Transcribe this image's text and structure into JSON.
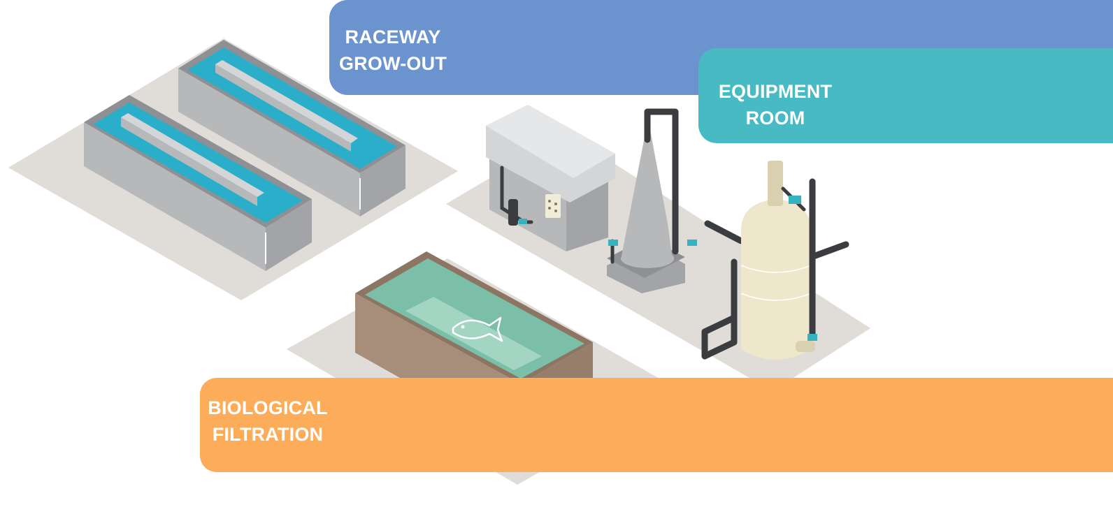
{
  "colors": {
    "raceway_banner": "#6B93CE",
    "equipment_banner": "#47BAC3",
    "bio_banner": "#FDAD5A",
    "floor": "#E0DCD8",
    "tank_gray": "#B7B8BA",
    "water_blue": "#2AAECA",
    "bio_tank": "#A68E7A",
    "bio_water": "#7CBFA8",
    "filter_cream": "#EEE7CC",
    "pipe": "#3A3C40",
    "valve_teal": "#35B2C0"
  },
  "banners": {
    "raceway": {
      "line1": "RACEWAY",
      "line2": "GROW-OUT"
    },
    "equipment": {
      "line1": "EQUIPMENT",
      "line2": "ROOM"
    },
    "bio": {
      "line1": "BIOLOGICAL",
      "line2": "FILTRATION"
    }
  },
  "icons": {
    "raceway": "raceway-tank-icon",
    "chiller": "chiller-unit-icon",
    "cone": "cone-settler-icon",
    "filter": "bead-filter-icon",
    "fish": "fish-icon"
  }
}
